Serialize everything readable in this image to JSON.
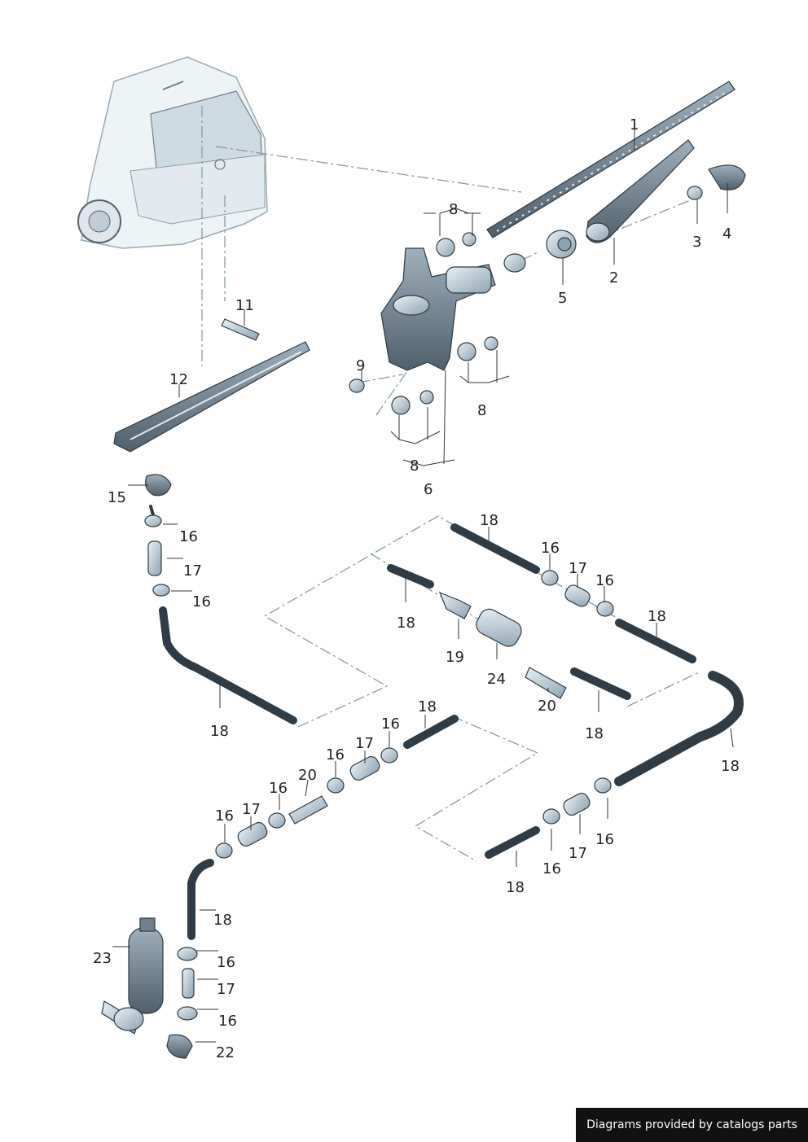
{
  "credit": "Diagrams provided by catalogs parts",
  "colors": {
    "part_fill": "#c9d7e0",
    "part_dark": "#5b6b78",
    "outline": "#2e3a44",
    "dash": "#7d93a8"
  },
  "callouts": [
    "1",
    "2",
    "3",
    "4",
    "5",
    "6",
    "8",
    "8",
    "8",
    "8",
    "9",
    "11",
    "12",
    "15",
    "16",
    "16",
    "16",
    "16",
    "16",
    "16",
    "16",
    "16",
    "16",
    "16",
    "16",
    "16",
    "17",
    "17",
    "17",
    "17",
    "17",
    "17",
    "18",
    "18",
    "18",
    "18",
    "18",
    "18",
    "18",
    "18",
    "18",
    "18",
    "19",
    "20",
    "20",
    "22",
    "23",
    "24"
  ]
}
